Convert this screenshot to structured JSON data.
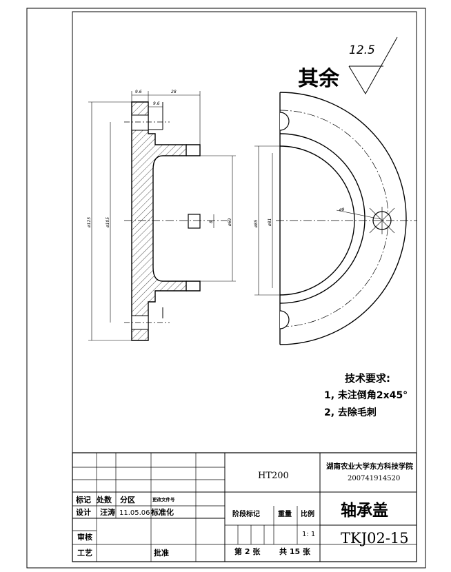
{
  "surface_finish": {
    "label": "其余",
    "roughness": "12.5"
  },
  "dimensions": {
    "flange_thickness": "9.6",
    "total_length": "28",
    "step": "9.6",
    "d_outer": "ø125",
    "d_bolt_circle": "ø105",
    "d_spigot": "ø69",
    "d_hole_width": "8",
    "d_inner_1": "ø85",
    "d_inner_2": "ø81",
    "d_hole": "ø9"
  },
  "tech_requirements": {
    "title": "技术要求:",
    "items": [
      "1, 未注倒角2x45°",
      "2, 去除毛刺"
    ]
  },
  "title_block": {
    "material": "HT200",
    "school": "湖南农业大学东方科技学院",
    "student_id": "200741914520",
    "part_name": "轴承盖",
    "drawing_no": "TKJ02-15",
    "scale": "1: 1",
    "sheet": "第 2 张",
    "total": "共 15 张",
    "labels": {
      "mark": "标记",
      "count": "处数",
      "zone": "分区",
      "change_doc": "更改文件号",
      "design": "设计",
      "designer": "汪涛",
      "date": "11.05.06",
      "standardize": "标准化",
      "stage_mark": "阶段标记",
      "weight": "重量",
      "scale": "比例",
      "review": "审核",
      "process": "工艺",
      "approve": "批准"
    }
  }
}
